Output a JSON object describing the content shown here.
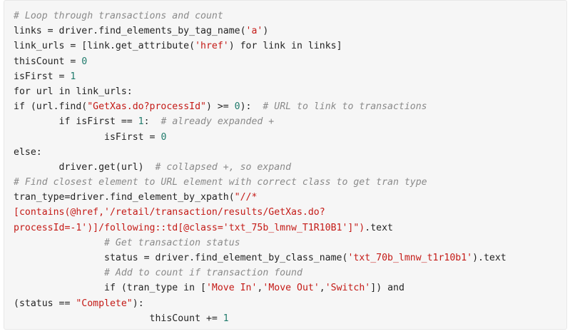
{
  "code": {
    "language": "python",
    "lines": [
      "# Loop through transactions and count",
      "links = driver.find_elements_by_tag_name('a')",
      "link_urls = [link.get_attribute('href') for link in links]",
      "thisCount = 0",
      "isFirst = 1",
      "for url in link_urls:",
      "if (url.find(\"GetXas.do?processId\") >= 0):  # URL to link to transactions",
      "        if isFirst == 1:  # already expanded +",
      "                isFirst = 0",
      "else:",
      "        driver.get(url)  # collapsed +, so expand",
      "# Find closest element to URL element with correct class to get tran type",
      "tran_type=driver.find_element_by_xpath(\"//*",
      "[contains(@href,'/retail/transaction/results/GetXas.do?",
      "processId=-1')]/following::td[@class='txt_75b_lmnw_T1R10B1']\").text",
      "                # Get transaction status",
      "                status = driver.find_element_by_class_name('txt_70b_lmnw_t1r10b1').text",
      "                # Add to count if transaction found",
      "                if (tran_type in ['Move In','Move Out','Switch']) and",
      "(status == \"Complete\"):",
      "                        thisCount += 1"
    ]
  },
  "colors": {
    "background": "#f6f6f6",
    "text": "#242424",
    "comment": "#8a8a8a",
    "string": "#c41a16",
    "number": "#1f7a6b"
  }
}
